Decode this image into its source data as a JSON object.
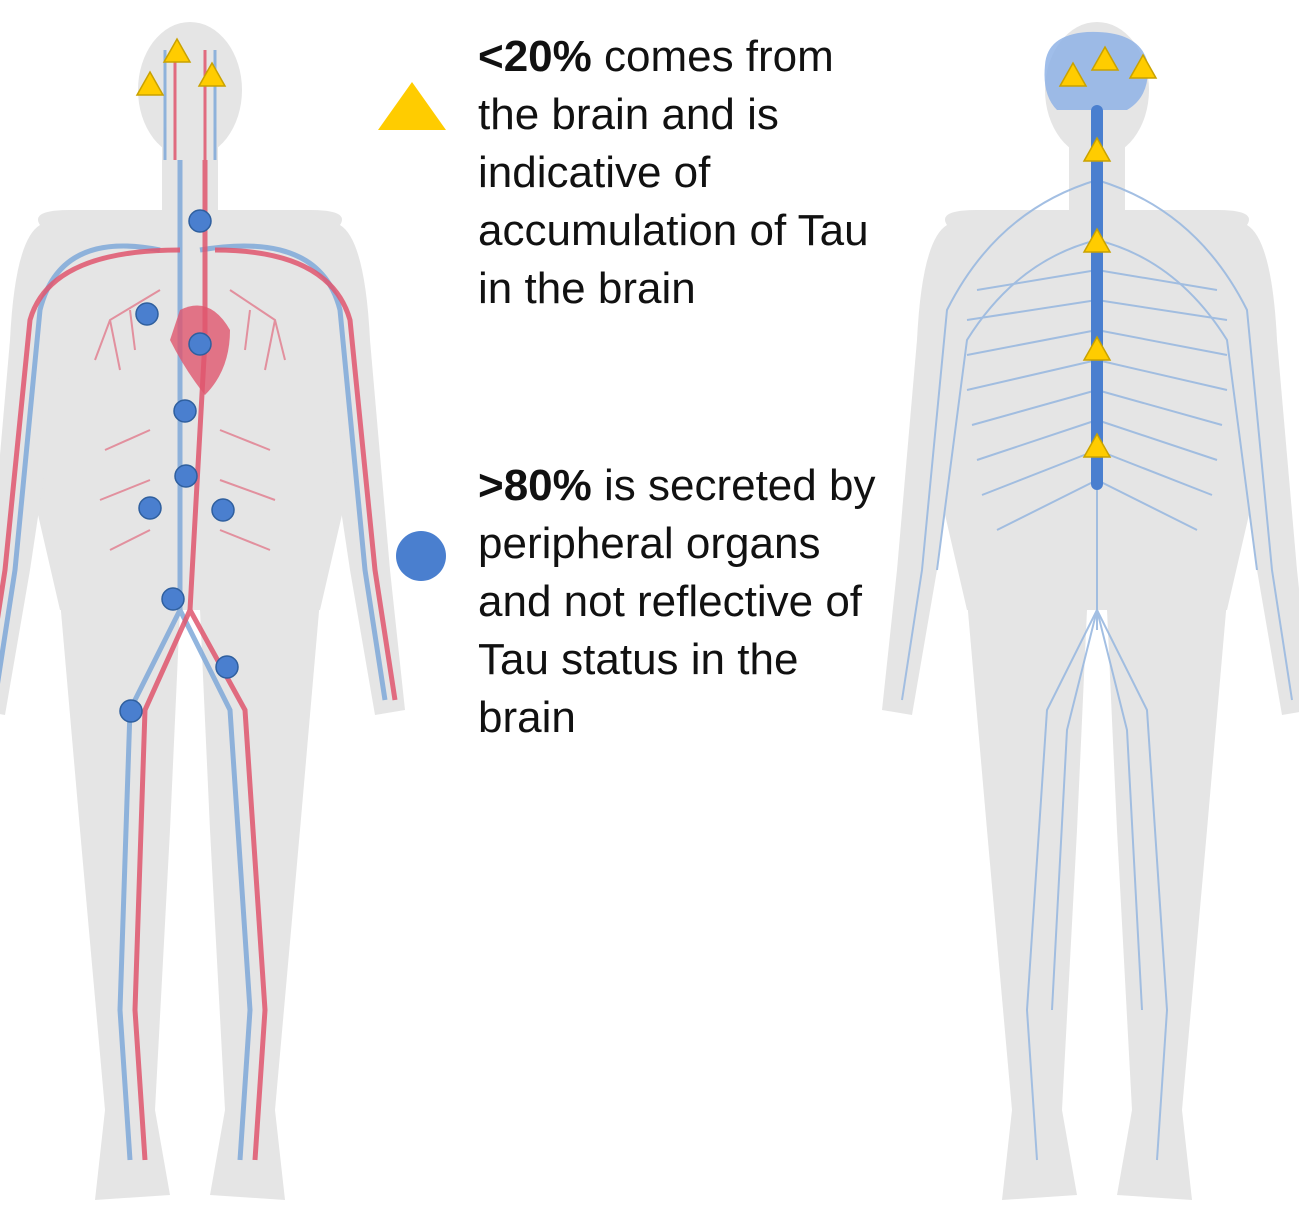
{
  "legend": {
    "brain": {
      "percent": "<20%",
      "text": " comes from the brain and is indicative of accumulation of Tau in the brain",
      "lines": [
        "comes from",
        "the brain and is",
        "indicative of",
        "accumulation of",
        "Tau in the brain"
      ]
    },
    "peripheral": {
      "percent": ">80%",
      "text": " is secreted by peripheral organs and not reflective of Tau status in the brain",
      "lines": [
        "is secreted",
        "by peripheral",
        "organs and not",
        "reflective of Tau",
        "status in the brain"
      ]
    }
  },
  "colors": {
    "body": "#e5e5e5",
    "artery": "#e0566e",
    "vein": "#7fa9d9",
    "nerve": "#9ab9e0",
    "spine": "#4a7fcf",
    "brain": "#8fb3e6",
    "triangle": "#ffcc00",
    "triangle_outline": "#c9a200",
    "dot": "#4a7fcf",
    "dot_outline": "#2f5f9e"
  },
  "markers": {
    "brain_marker": "triangle",
    "peripheral_marker": "circle"
  }
}
